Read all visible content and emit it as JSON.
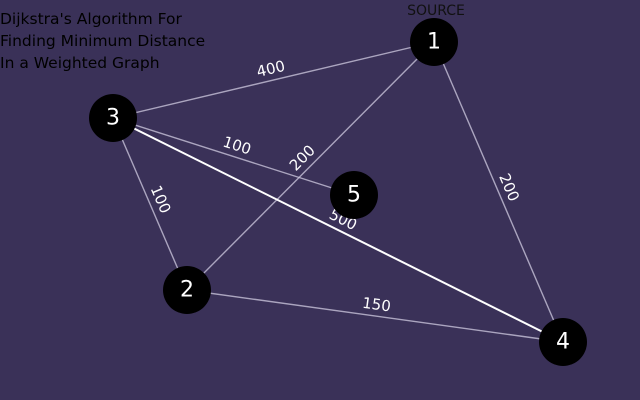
{
  "title_lines": [
    "Dijkstra's Algorithm For",
    "Finding Minimum Distance",
    "In a Weighted Graph"
  ],
  "source_label": "SOURCE",
  "colors": {
    "background": "#3a3158",
    "node": "#000000",
    "node_text": "#ffffff",
    "edge": "#c8c3da",
    "edge_highlight": "#ffffff"
  },
  "nodes": [
    {
      "id": "1",
      "label": "1",
      "source": true
    },
    {
      "id": "2",
      "label": "2"
    },
    {
      "id": "3",
      "label": "3"
    },
    {
      "id": "4",
      "label": "4"
    },
    {
      "id": "5",
      "label": "5"
    }
  ],
  "edges": [
    {
      "from": "3",
      "to": "1",
      "weight": "400"
    },
    {
      "from": "2",
      "to": "1",
      "weight": "200"
    },
    {
      "from": "1",
      "to": "4",
      "weight": "200"
    },
    {
      "from": "3",
      "to": "5",
      "weight": "100"
    },
    {
      "from": "3",
      "to": "2",
      "weight": "100"
    },
    {
      "from": "3",
      "to": "4",
      "weight": "500",
      "highlight": true
    },
    {
      "from": "2",
      "to": "4",
      "weight": "150"
    }
  ]
}
